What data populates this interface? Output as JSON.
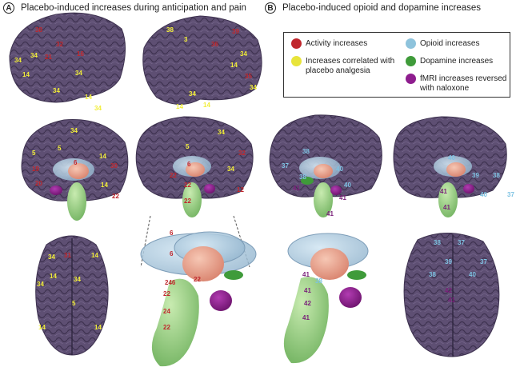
{
  "panelA": {
    "letter": "A",
    "title": "Placebo-induced increases during anticipation and pain"
  },
  "panelB": {
    "letter": "B",
    "title": "Placebo-induced opioid and dopamine increases"
  },
  "legend": {
    "items": [
      {
        "label": "Activity increases",
        "color": "#c0272d"
      },
      {
        "label": "Increases correlated with placebo analgesia",
        "color": "#e8e43a"
      },
      {
        "label": "Opioid increases",
        "color": "#8ec3dc"
      },
      {
        "label": "Dopamine increases",
        "color": "#3f9b3a"
      },
      {
        "label": "fMRI increases reversed with naloxone",
        "color": "#8e1d8e"
      }
    ]
  },
  "colors": {
    "brain": "#5e4f73",
    "brain_dark": "#3e3250",
    "yellow_label": "#f2ee3a",
    "red_label": "#c0272d",
    "blue_label": "#7ec3e3",
    "purple_label": "#7a1f7a",
    "stem": "#9fd488"
  },
  "labels": {
    "a_lat_left": [
      "38",
      "32",
      "16",
      "34",
      "14",
      "34",
      "21",
      "34",
      "34",
      "14",
      "34"
    ],
    "a_lat_right": [
      "38",
      "3",
      "36",
      "39",
      "34",
      "14",
      "35",
      "34",
      "34",
      "14",
      "14"
    ],
    "a_med_left": [
      "34",
      "5",
      "5",
      "14",
      "6",
      "14",
      "30",
      "22",
      "19",
      "20"
    ],
    "a_med_right": [
      "34",
      "5",
      "34",
      "6",
      "22",
      "22",
      "12",
      "32",
      "22"
    ],
    "a_axial": [
      "34",
      "31",
      "14",
      "34",
      "14",
      "5",
      "34",
      "14",
      "14"
    ],
    "a_zoom": [
      "6",
      "6",
      "22",
      "24",
      "22",
      "246",
      "22"
    ],
    "b_med_left": [
      "38",
      "37",
      "40",
      "41",
      "38",
      "41",
      "40",
      "41"
    ],
    "b_med_right": [
      "40",
      "39",
      "38",
      "37",
      "41",
      "41",
      "40"
    ],
    "b_zoom": [
      "41",
      "42",
      "41",
      "41",
      "38"
    ],
    "b_axial": [
      "38",
      "37",
      "39",
      "41",
      "42",
      "38",
      "37",
      "40"
    ]
  }
}
